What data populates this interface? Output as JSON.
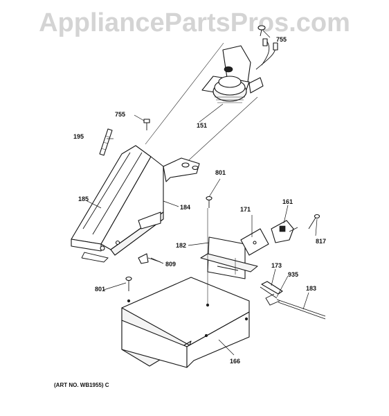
{
  "watermark": "AppliancePartsPros.com",
  "art_number": "(ART NO. WB1955) C",
  "callouts": {
    "c755_top": "755",
    "c151": "151",
    "c755_left": "755",
    "c195": "195",
    "c801_top": "801",
    "c185": "185",
    "c184": "184",
    "c171": "171",
    "c161": "161",
    "c817": "817",
    "c182": "182",
    "c809": "809",
    "c173": "173",
    "c935": "935",
    "c801_left": "801",
    "c183": "183",
    "c166": "166"
  }
}
